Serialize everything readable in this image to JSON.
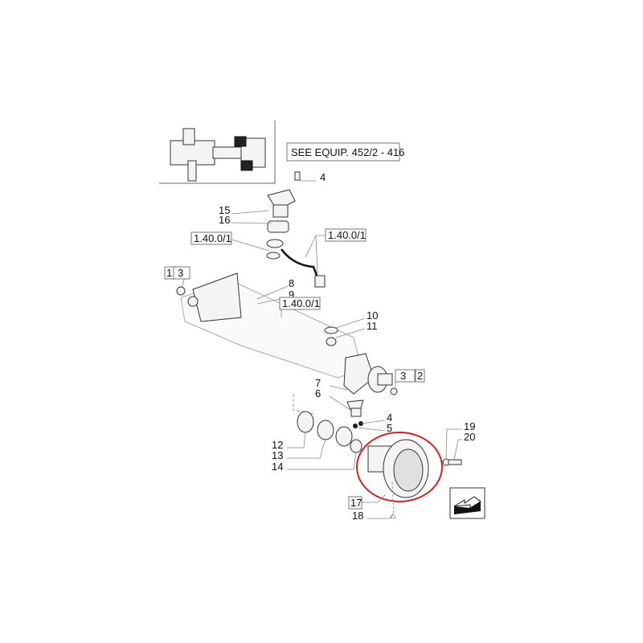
{
  "diagram": {
    "reference_note": "SEE EQUIP. 452/2 - 416",
    "highlight_color": "#d42020",
    "callouts": {
      "c4_top": "4",
      "c15": "15",
      "c16": "16",
      "ref_left": "1.40.0/1",
      "ref_right": "1.40.0/1",
      "c1": "1",
      "c3_left": "3",
      "c8": "8",
      "c9": "9",
      "ref_mid": "1.40.0/1",
      "c10": "10",
      "c11": "11",
      "c3_right": "3",
      "c2": "2",
      "c7": "7",
      "c6": "6",
      "c4_mid": "4",
      "c5": "5",
      "c12": "12",
      "c13": "13",
      "c14": "14",
      "c19": "19",
      "c20": "20",
      "c17": "17",
      "c18": "18"
    }
  }
}
